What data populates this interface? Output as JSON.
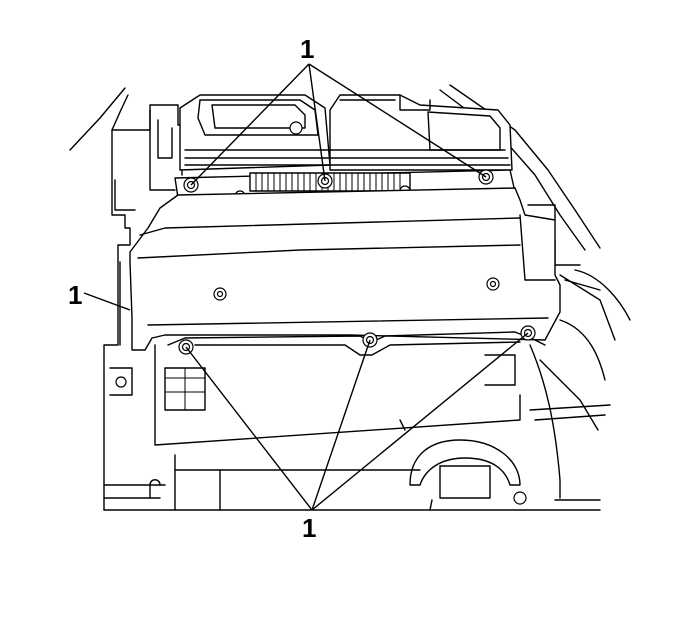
{
  "callouts": {
    "top": "1",
    "left": "1",
    "bottom": "1"
  },
  "colors": {
    "line": "#000000",
    "background": "#ffffff"
  }
}
